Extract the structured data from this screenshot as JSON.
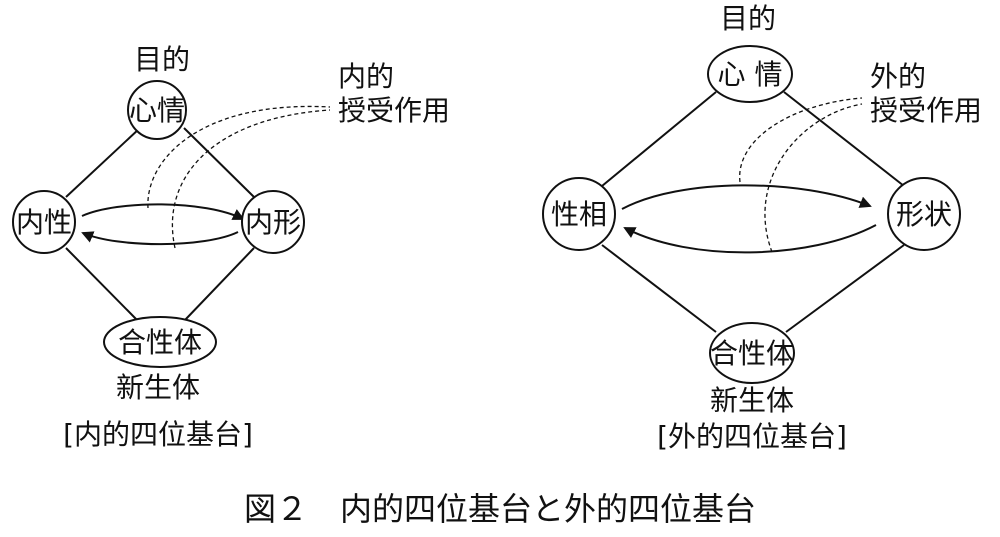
{
  "left": {
    "top_label": "目的",
    "top_node": "心情",
    "left_node": "内性",
    "right_node": "内形",
    "bottom_node": "合性体",
    "side_label_line1": "内的",
    "side_label_line2": "授受作用",
    "bottom_label": "新生体",
    "bracket_label": "[内的四位基台]"
  },
  "right": {
    "top_label": "目的",
    "top_node": "心 情",
    "left_node": "性相",
    "right_node": "形状",
    "bottom_node": "合性体",
    "side_label_line1": "外的",
    "side_label_line2": "授受作用",
    "bottom_label": "新生体",
    "bracket_label": "[外的四位基台]"
  },
  "caption": "図２　内的四位基台と外的四位基台"
}
